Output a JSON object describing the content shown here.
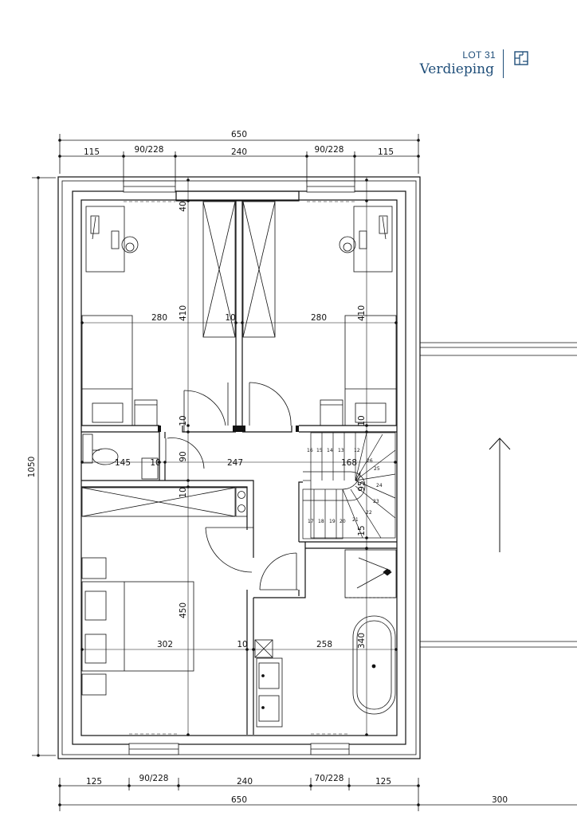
{
  "header": {
    "lot": "LOT 31",
    "title": "Verdieping",
    "icon": "floorplan-icon",
    "accent_color": "#1f4e79"
  },
  "dimensions": {
    "top_total": "650",
    "top_segments": [
      "115",
      "90/228",
      "240",
      "90/228",
      "115"
    ],
    "bottom_segments": [
      "125",
      "90/228",
      "240",
      "70/228",
      "125"
    ],
    "bottom_total": "650",
    "bottom_extra": "300",
    "left_total": "1050"
  },
  "rooms": {
    "bedroom_left": {
      "width": "280",
      "depth": "410",
      "top": "40",
      "bottom": "10"
    },
    "bedroom_right": {
      "width": "280",
      "depth": "410",
      "bottom": "10"
    },
    "wall_between": "10",
    "wc": {
      "width": "145",
      "wall": "10",
      "depth": "90"
    },
    "hall": {
      "width": "247",
      "stair_width": "168",
      "stair_depth": "95",
      "stair_bottom": "15",
      "wall": "10"
    },
    "master_bedroom": {
      "width": "302",
      "depth": "450"
    },
    "bathroom": {
      "width": "258",
      "depth": "340"
    },
    "middle_wall": "10"
  },
  "stairs": {
    "steps_top": [
      "16",
      "15",
      "14",
      "13",
      "12"
    ],
    "steps_turn": [
      "26",
      "25",
      "24",
      "23",
      "22",
      "21"
    ],
    "steps_bottom": [
      "17",
      "18",
      "19",
      "20"
    ]
  }
}
